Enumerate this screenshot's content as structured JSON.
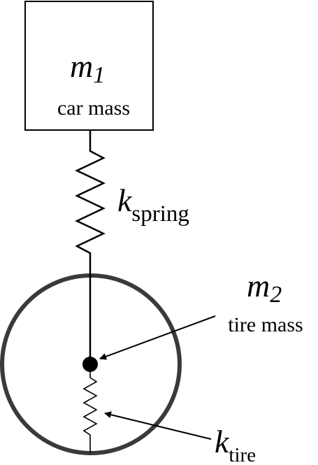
{
  "car": {
    "symbol": "m",
    "subscript": "1",
    "caption": "car mass"
  },
  "spring": {
    "symbol": "k",
    "subscript": "spring"
  },
  "tire": {
    "symbol": "m",
    "subscript": "2",
    "caption": "tire mass"
  },
  "tire_spring": {
    "symbol": "k",
    "subscript": "tire"
  },
  "colors": {
    "ink": "#000000",
    "wheel": "#3a3a3a",
    "background": "#ffffff"
  }
}
